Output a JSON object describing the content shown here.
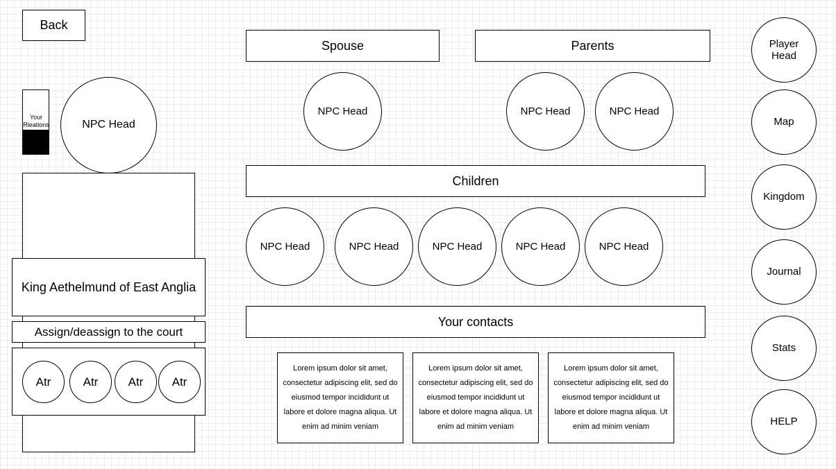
{
  "back_label": "Back",
  "relation_meter": {
    "label": "Your Rleations",
    "level": 0.38
  },
  "npc_main_head": "NPC Head",
  "npc_name": "King Aethelmund of East Anglia",
  "court_button": "Assign/deassign to the court",
  "attributes": [
    "Atr",
    "Atr",
    "Atr",
    "Atr"
  ],
  "sections": {
    "spouse": "Spouse",
    "parents": "Parents",
    "children": "Children",
    "contacts": "Your contacts"
  },
  "spouse_heads": [
    "NPC Head"
  ],
  "parent_heads": [
    "NPC Head",
    "NPC Head"
  ],
  "children_heads": [
    "NPC Head",
    "NPC Head",
    "NPC Head",
    "NPC Head",
    "NPC Head"
  ],
  "contact_cards": [
    "Lorem ipsum dolor sit amet, consectetur adipiscing elit, sed do eiusmod tempor incididunt ut labore et dolore magna aliqua. Ut enim ad minim veniam",
    "Lorem ipsum dolor sit amet, consectetur adipiscing elit, sed do eiusmod tempor incididunt ut labore et dolore magna aliqua. Ut enim ad minim veniam",
    "Lorem ipsum dolor sit amet, consectetur adipiscing elit, sed do eiusmod tempor incididunt ut labore et dolore magna aliqua. Ut enim ad minim veniam"
  ],
  "right_nav": [
    "Player Head",
    "Map",
    "Kingdom",
    "Journal",
    "Stats",
    "HELP"
  ]
}
